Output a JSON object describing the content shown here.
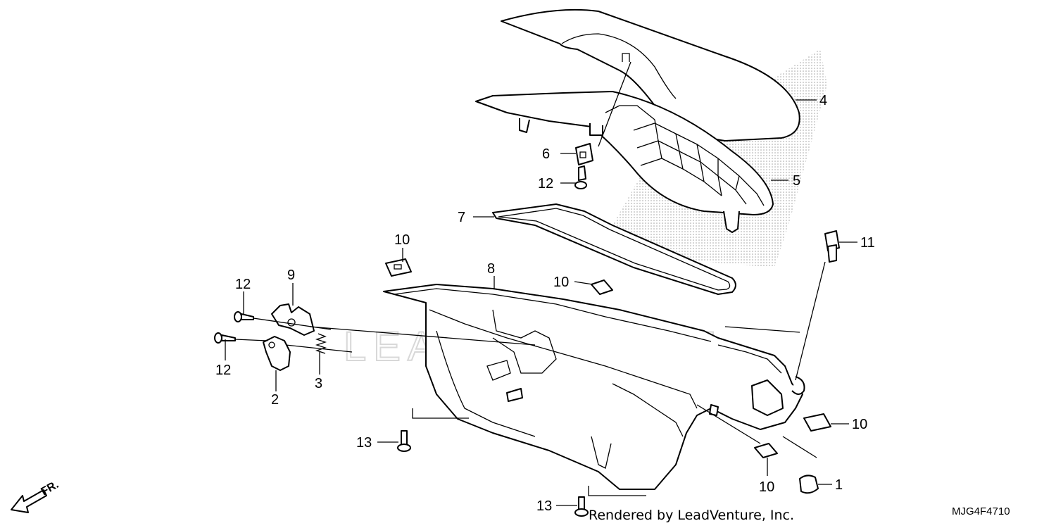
{
  "diagram": {
    "labels": {
      "p1": "1",
      "p2": "2",
      "p3": "3",
      "p4": "4",
      "p5": "5",
      "p6": "6",
      "p7": "7",
      "p8": "8",
      "p9": "9",
      "p10": "10",
      "p11": "11",
      "p12": "12",
      "p13": "13"
    },
    "front_indicator": "FR.",
    "diagram_code": "MJG4F4710",
    "credit": "Rendered by LeadVenture, Inc.",
    "watermark": "LEADVENTURE"
  }
}
